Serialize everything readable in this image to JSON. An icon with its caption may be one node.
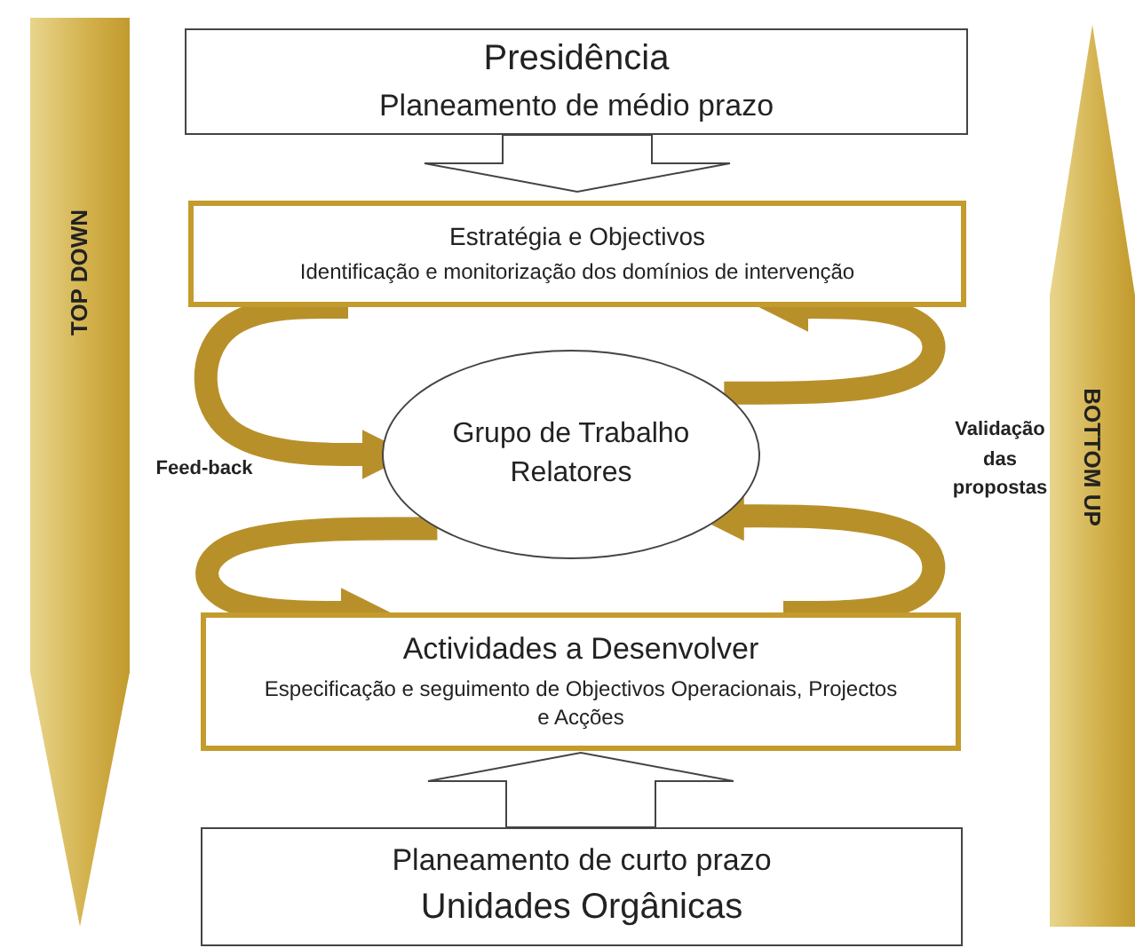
{
  "diagram": {
    "nodes": [
      {
        "text": [
          "Presidência",
          "Planeamento de médio prazo"
        ]
      },
      {
        "text": [
          "Estratégia e Objectivos",
          "Identificação e monitorização dos domínios de intervenção"
        ]
      },
      {
        "text": [
          "Grupo de Trabalho Relatores"
        ]
      },
      {
        "text": [
          "Actividades a Desenvolver",
          "Especificação e seguimento de Objectivos Operacionais, Projectos e Acções"
        ]
      },
      {
        "text": [
          "Planeamento de curto prazo",
          "Unidades Orgânicas"
        ]
      },
      {
        "text": [
          "TOP DOWN"
        ]
      },
      {
        "text": [
          "BOTTOM UP"
        ]
      }
    ],
    "edges": [
      {
        "from": 0,
        "to": 1,
        "arrow": "to"
      },
      {
        "from": 1,
        "to": 2,
        "arrow": "to",
        "color": "#b8902a"
      },
      {
        "from": 2,
        "to": 3,
        "arrow": "to",
        "color": "#b8902a"
      },
      {
        "from": 2,
        "to": 1,
        "arrow": "to",
        "color": "#b8902a"
      },
      {
        "from": 3,
        "to": 2,
        "arrow": "to",
        "color": "#b8902a"
      },
      {
        "from": 4,
        "to": 3,
        "arrow": "to"
      }
    ],
    "labels": [
      "Feed-back",
      "Validação das propostas"
    ]
  }
}
